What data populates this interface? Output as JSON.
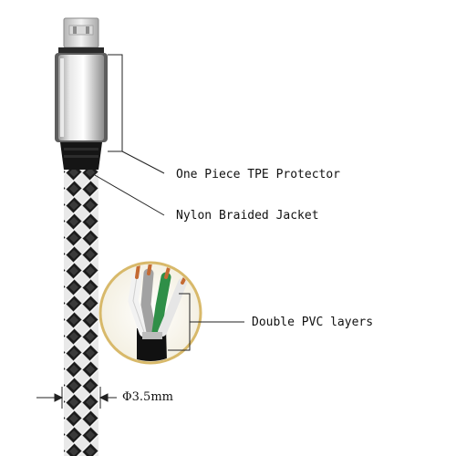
{
  "labels": {
    "tpe_protector": "One Piece TPE Protector",
    "nylon_jacket": "Nylon Braided Jacket",
    "pvc_layers": "Double PVC layers",
    "diameter": "Φ3.5mm"
  },
  "colors": {
    "braid_dark": "#1c1c1c",
    "braid_light": "#e9e9e9",
    "housing": "#c9c9c9",
    "wire_white": "#efefef",
    "wire_gray": "#9a9a9a",
    "wire_green": "#2f8f48",
    "copper": "#c46a32",
    "lens_ring": "#d8b96a"
  }
}
